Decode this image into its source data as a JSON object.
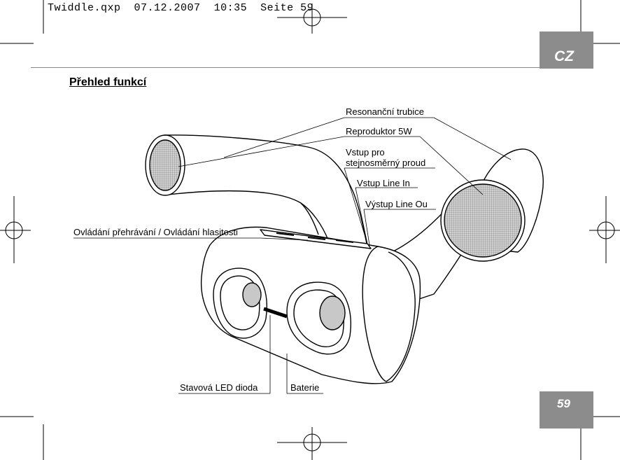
{
  "slug": {
    "file": "Twiddle.qxp",
    "date": "07.12.2007",
    "time": "10:35",
    "page_word": "Seite",
    "page_no": "59"
  },
  "language_tab": "CZ",
  "page_number": "59",
  "title": "Přehled funkcí",
  "labels": {
    "resonance_tubes": "Resonanční trubice",
    "speaker": "Reproduktor 5W",
    "dc_in_line1": "Vstup pro",
    "dc_in_line2": "stejnosměrný proud",
    "line_in": "Vstup Line In",
    "line_out": "Výstup Line Ou",
    "controls": "Ovládání přehrávání / Ovládání hlasitosti",
    "status_led": "Stavová LED dioda",
    "battery": "Baterie"
  },
  "colors": {
    "tab_gray": "#8c8c8c",
    "speaker_mesh": "#b8b8b8",
    "button_gray": "#c8c8c8"
  }
}
